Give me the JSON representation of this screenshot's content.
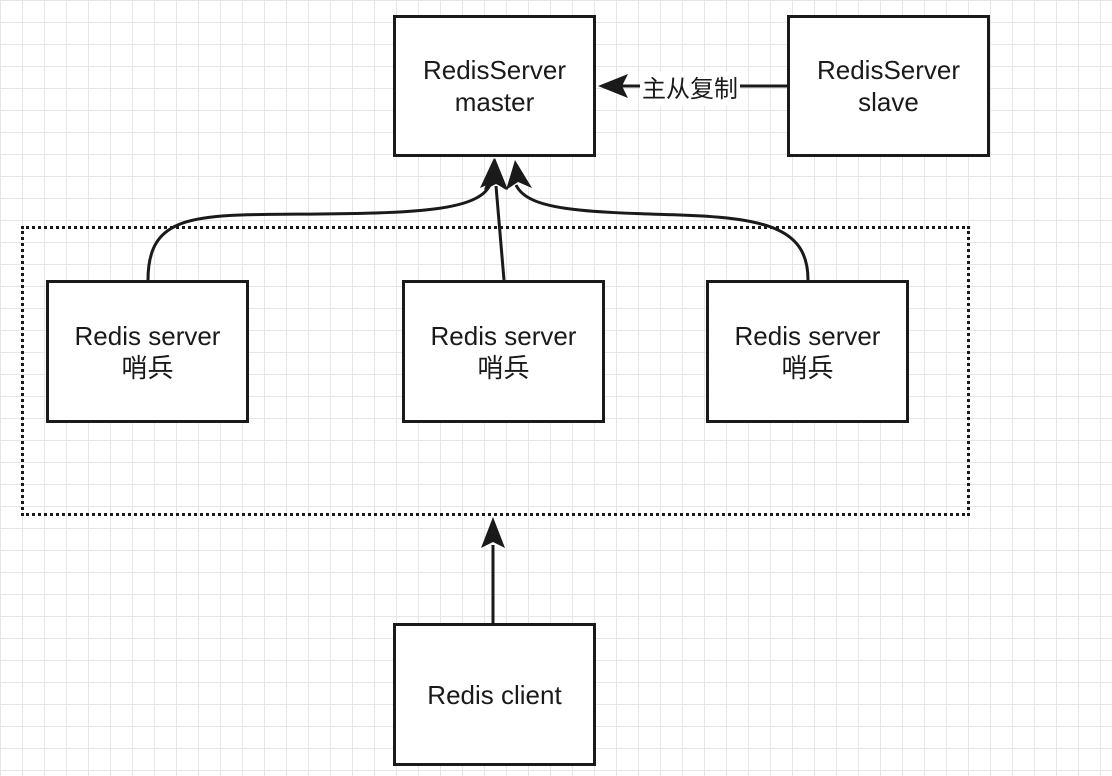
{
  "diagram": {
    "master": {
      "line1": "RedisServer",
      "line2": "master"
    },
    "slave": {
      "line1": "RedisServer",
      "line2": "slave"
    },
    "replication_label": "主从复制",
    "sentinels": [
      {
        "line1": "Redis server",
        "line2": "哨兵"
      },
      {
        "line1": "Redis server",
        "line2": "哨兵"
      },
      {
        "line1": "Redis server",
        "line2": "哨兵"
      }
    ],
    "client": {
      "label": "Redis client"
    }
  },
  "colors": {
    "stroke": "#1a1a1a",
    "background": "#ffffff",
    "grid": "#e6e6e6"
  }
}
